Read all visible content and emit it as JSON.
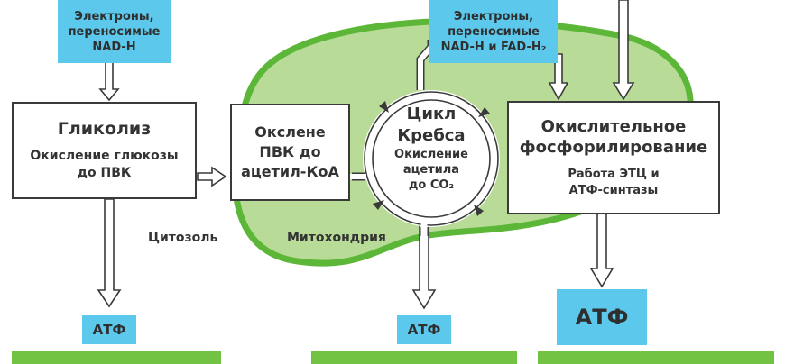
{
  "colors": {
    "mitochondria_fill": "#b8dc98",
    "mitochondria_border": "#5cb738",
    "carrier_box": "#5bc8ec",
    "bottom_bar": "#72c243",
    "box_border": "#3a3a3a"
  },
  "carriers": {
    "left": {
      "line1": "Электроны,",
      "line2": "переносимые",
      "line3": "NAD-H"
    },
    "right": {
      "line1": "Электроны,",
      "line2": "переносимые",
      "line3": "NAD-H и FAD-H₂"
    }
  },
  "glycolysis": {
    "title": "Гликолиз",
    "line1": "Окисление глюкозы",
    "line2": "до ПВК"
  },
  "pvk_oxidation": {
    "line1": "Окслене",
    "line2": "ПВК до",
    "line3": "ацетил-КоА"
  },
  "krebs": {
    "line1": "Цикл",
    "line2": "Кребса",
    "line3": "Окисление",
    "line4": "ацетила",
    "line5": "до CO₂"
  },
  "oxphos": {
    "line1": "Окислительное",
    "line2": "фосфорилирование",
    "line3": "Работа ЭТЦ и",
    "line4": "АТФ-синтазы"
  },
  "labels": {
    "cytosol": "Цитозоль",
    "mitochondria": "Митохондрия"
  },
  "atp": {
    "left": "АТФ",
    "middle": "АТФ",
    "right": "АТФ"
  }
}
